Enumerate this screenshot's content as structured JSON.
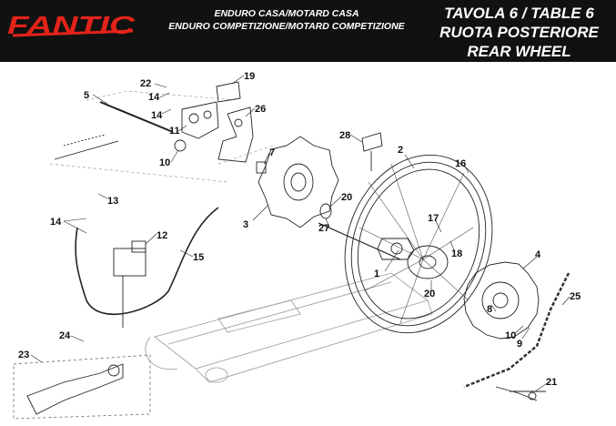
{
  "header": {
    "brand": "FANTIC",
    "subtitle_line1": "ENDURO CASA/MOTARD CASA",
    "subtitle_line2": "ENDURO COMPETIZIONE/MOTARD COMPETIZIONE",
    "table_line1": "TAVOLA 6  /  TABLE 6",
    "table_line2": "RUOTA POSTERIORE",
    "table_line3": "REAR WHEEL"
  },
  "colors": {
    "header_bg": "#111111",
    "brand_red": "#e2231a",
    "header_text": "#ffffff",
    "line": "#222222"
  },
  "callouts": [
    "1",
    "2",
    "3",
    "4",
    "5",
    "7",
    "8",
    "9",
    "10",
    "10",
    "11",
    "12",
    "13",
    "14",
    "14",
    "14",
    "15",
    "16",
    "17",
    "18",
    "19",
    "20",
    "20",
    "21",
    "22",
    "23",
    "24",
    "25",
    "26",
    "27",
    "28"
  ]
}
